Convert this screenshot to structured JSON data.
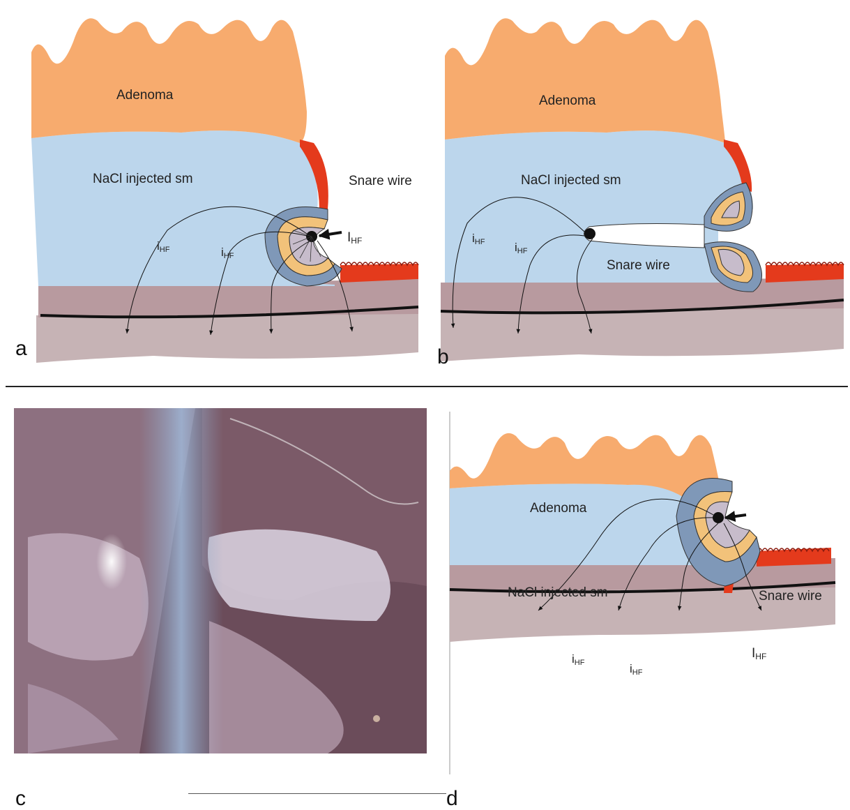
{
  "panels": {
    "a": {
      "letter": "a",
      "adenoma": "Adenoma",
      "submucosa": "NaCl injected sm",
      "snare": "Snare wire",
      "current_main": "I",
      "current_main_sub": "HF",
      "current_1": "i",
      "current_1_sub": "HF",
      "current_2": "i",
      "current_2_sub": "HF"
    },
    "b": {
      "letter": "b",
      "adenoma": "Adenoma",
      "submucosa": "NaCl injected sm",
      "snare": "Snare wire",
      "current_1": "i",
      "current_1_sub": "HF",
      "current_2": "i",
      "current_2_sub": "HF"
    },
    "c": {
      "letter": "c"
    },
    "d": {
      "letter": "d",
      "adenoma": "Adenoma",
      "submucosa": "NaCl injected sm",
      "snare": "Snare wire",
      "current_main": "I",
      "current_main_sub": "HF",
      "current_1": "i",
      "current_1_sub": "HF",
      "current_2": "i",
      "current_2_sub": "HF"
    }
  },
  "colors": {
    "adenoma": "#f7ab6e",
    "submucosa": "#bcd6ec",
    "muscularis": "#b89a9f",
    "serosa": "#c6b3b5",
    "red_tissue": "#e43a1c",
    "coag_blue": "#7f98b8",
    "coag_yellow": "#f2c27a",
    "coag_grey": "#c7bccb",
    "photo_base": "#6b4c5a"
  }
}
